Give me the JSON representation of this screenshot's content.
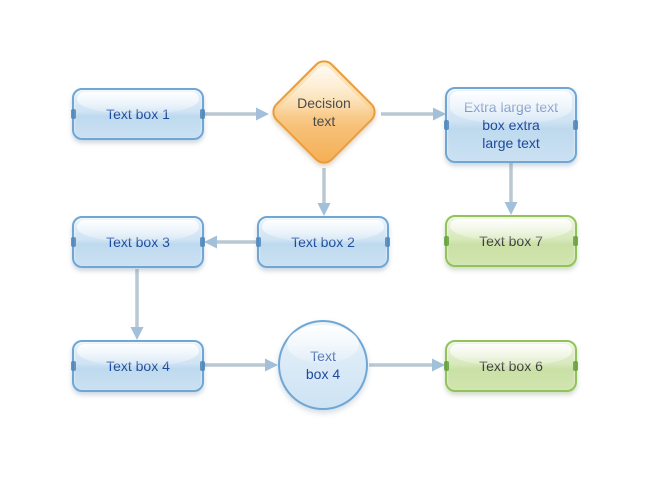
{
  "diagram": {
    "background": "#ffffff",
    "nodes": {
      "box1": {
        "shape": "rounded-rectangle",
        "style": "blue",
        "label": "Text box 1",
        "lines": [
          "Text box 1"
        ]
      },
      "decision": {
        "shape": "diamond",
        "style": "orange",
        "label": "Decision text",
        "lines": [
          "Decision",
          "text"
        ]
      },
      "extra": {
        "shape": "rounded-rectangle",
        "style": "blue",
        "label": "Extra large text box extra large text",
        "lines": [
          "Extra large text",
          "box extra",
          "large text"
        ]
      },
      "box3": {
        "shape": "rounded-rectangle",
        "style": "blue",
        "label": "Text box 3",
        "lines": [
          "Text box 3"
        ]
      },
      "box2": {
        "shape": "rounded-rectangle",
        "style": "blue",
        "label": "Text box 2",
        "lines": [
          "Text box 2"
        ]
      },
      "box7": {
        "shape": "rounded-rectangle",
        "style": "green",
        "label": "Text box 7",
        "lines": [
          "Text box 7"
        ]
      },
      "box4": {
        "shape": "rounded-rectangle",
        "style": "blue",
        "label": "Text box 4",
        "lines": [
          "Text box 4"
        ]
      },
      "circle4": {
        "shape": "circle",
        "style": "blue",
        "label": "Text box 4",
        "lines": [
          "Text",
          "box 4"
        ]
      },
      "box6": {
        "shape": "rounded-rectangle",
        "style": "green",
        "label": "Text box 6",
        "lines": [
          "Text box 6"
        ]
      }
    },
    "connectors": [
      {
        "from": "box1",
        "to": "decision",
        "direction": "right"
      },
      {
        "from": "decision",
        "to": "extra",
        "direction": "right"
      },
      {
        "from": "decision",
        "to": "box2",
        "direction": "down"
      },
      {
        "from": "extra",
        "to": "box7",
        "direction": "down"
      },
      {
        "from": "box2",
        "to": "box3",
        "direction": "left"
      },
      {
        "from": "box3",
        "to": "box4",
        "direction": "down"
      },
      {
        "from": "box4",
        "to": "circle4",
        "direction": "right"
      },
      {
        "from": "circle4",
        "to": "box6",
        "direction": "right"
      }
    ],
    "colors": {
      "blue_fill": "#c9e0f2",
      "blue_border": "#6fa6d4",
      "blue_text": "#1d4a9b",
      "green_fill": "#d0e4ae",
      "green_border": "#92c25b",
      "green_text": "#3d3d3d",
      "orange_fill": "#f7c077",
      "orange_border": "#ea9c3a",
      "orange_text": "#4c4c4c",
      "connector_line": "#b9c8d3",
      "connector_arrowhead": "#a2c0da"
    }
  }
}
